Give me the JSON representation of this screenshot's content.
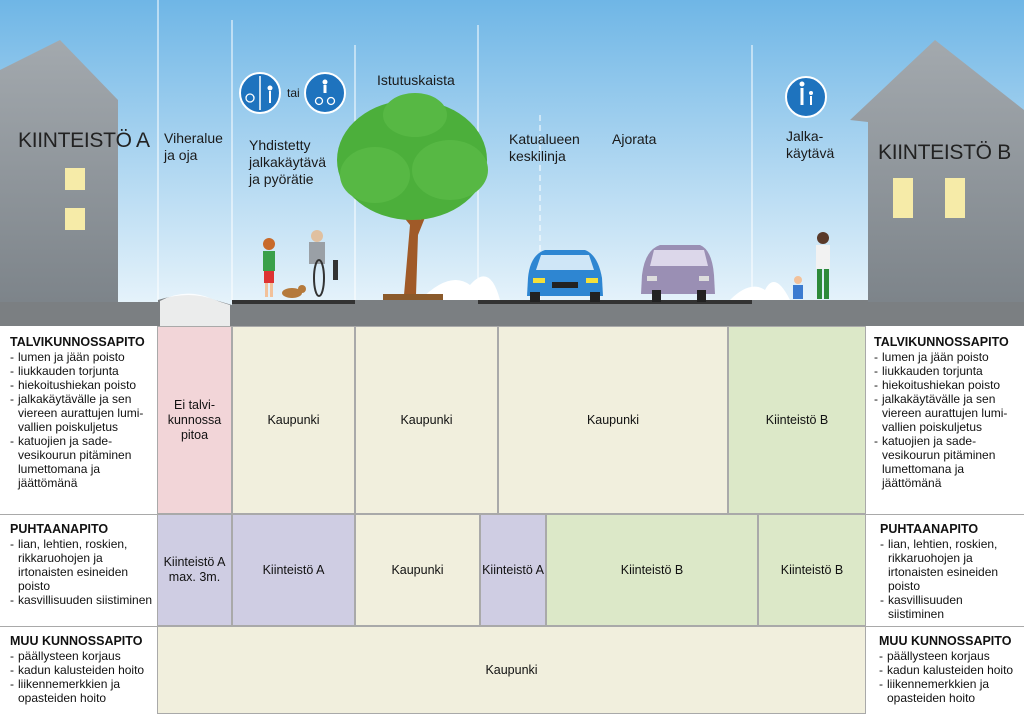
{
  "scene": {
    "property_a": "KIINTEISTÖ A",
    "property_b": "KIINTEISTÖ B",
    "zone_viheralue": [
      "Viheralue",
      "ja oja"
    ],
    "zone_yhdistetty": [
      "Yhdistetty",
      "jalkakäytävä",
      "ja pyörätie"
    ],
    "tai": "tai",
    "zone_istutuskaista": "Istutuskaista",
    "zone_keskilinja": [
      "Katualueen",
      "keskilinja"
    ],
    "zone_ajorata": "Ajorata",
    "zone_jalkakaytava": [
      "Jalka-",
      "käytävä"
    ]
  },
  "talvi": {
    "heading": "TALVIKUNNOSSAPITO",
    "items": [
      "lumen ja jään poisto",
      "liukkauden torjunta",
      "hiekoitushiekan poisto",
      "jalkakäytävälle ja sen viereen aurattujen lumi-vallien poiskuljetus",
      "katuojien ja sade-vesikourun pitäminen lumettomana ja jäättömänä"
    ],
    "items_right": [
      "lumen ja jään poisto",
      "liukkauden torjunta",
      "hiekoitushiekan poisto",
      "jalkakäytävälle ja sen viereen aurattujen lumi-vallien poiskuljetus",
      "katuojien ja sade-vesikourun pitäminen lumettomana ja jäättömänä"
    ],
    "cells": [
      "Ei talvi-kunnossa pitoa",
      "Kaupunki",
      "Kaupunki",
      "Kaupunki",
      "Kiinteistö B"
    ]
  },
  "puhtaana": {
    "heading": "PUHTAANAPITO",
    "items": [
      "lian, lehtien, roskien, rikkaruohojen ja irtonaisten esineiden poisto",
      "kasvillisuuden siistiminen"
    ],
    "cells": [
      "Kiinteistö A max. 3m.",
      "Kiinteistö A",
      "Kaupunki",
      "Kiinteistö A",
      "Kiinteistö B",
      "Kiinteistö B"
    ]
  },
  "muu": {
    "heading": "MUU KUNNOSSAPITO",
    "items": [
      "päällysteen korjaus",
      "kadun kalusteiden hoito",
      "liikennemerkkien ja opasteiden hoito"
    ],
    "cells": [
      "Kaupunki"
    ]
  },
  "colors": {
    "sky_top": "#6fb6e6",
    "sky_bottom": "#e6f3fb",
    "house": "#8f969c",
    "tree": "#4caf3b",
    "car_blue": "#2e86d2",
    "car_purple": "#9a8fb4",
    "pink": "#f2d5d8",
    "cream": "#f1efdd",
    "green": "#dce8c8",
    "lavender": "#cfcde3"
  }
}
